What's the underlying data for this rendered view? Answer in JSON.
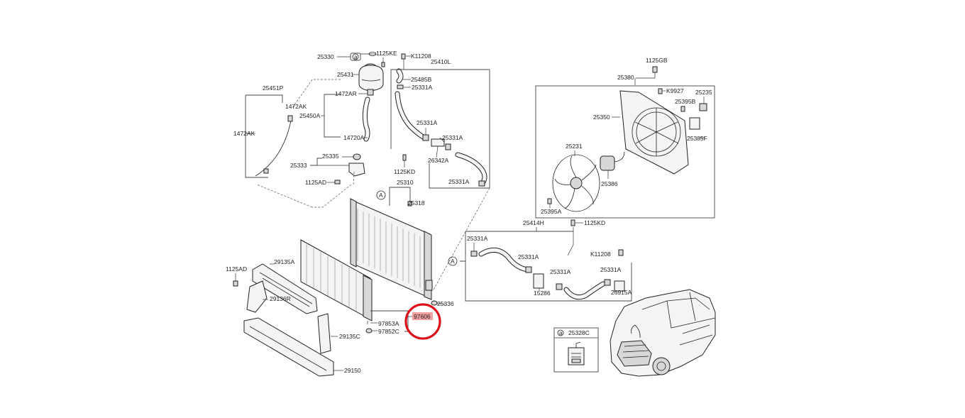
{
  "diagram": {
    "highlight_color": "#e0101a",
    "highlight_fill": "#f2a0a0",
    "callouts": {
      "a_marker": "a",
      "A_marker": "A",
      "p25330": "25330",
      "p1125KE": "1125KE",
      "pK11208_top": "K11208",
      "p25410L": "25410L",
      "p25431": "25431",
      "p25485B": "25485B",
      "p25331A_1": "25331A",
      "p1472AR": "1472AR",
      "p25451P": "25451P",
      "p1472AK_1": "1472AK",
      "p25450A": "25450A",
      "p1472AK_2": "1472AK",
      "p14720A": "14720A",
      "p25331A_2": "25331A",
      "p25331A_3": "25331A",
      "p25335": "25335",
      "p25333": "25333",
      "p26342A": "26342A",
      "p1125KD_1": "1125KD",
      "p25331A_4": "25331A",
      "p1125AD_1": "1125AD",
      "p25310": "25310",
      "p25318": "25318",
      "p1125AD_2": "1125AD",
      "p29135A": "29135A",
      "p29136R": "29136R",
      "p25336": "25336",
      "p97606": "97606",
      "p97853A": "97853A",
      "p97852C": "97852C",
      "p29135C": "29135C",
      "p29150": "29150",
      "p1125GB": "1125GB",
      "p25380": "25380",
      "pK9927": "K9927",
      "p25235": "25235",
      "p25395B": "25395B",
      "p25350": "25350",
      "p25385F": "25385F",
      "p25231": "25231",
      "p25386": "25386",
      "p25395A": "25395A",
      "p25414H": "25414H",
      "p1125KD_2": "1125KD",
      "p25331A_5": "25331A",
      "pK11208_right": "K11208",
      "p25331A_6": "25331A",
      "p25331A_7": "25331A",
      "p25331A_8": "25331A",
      "p15286": "15286",
      "p26915A": "26915A",
      "p25328C": "25328C"
    }
  }
}
